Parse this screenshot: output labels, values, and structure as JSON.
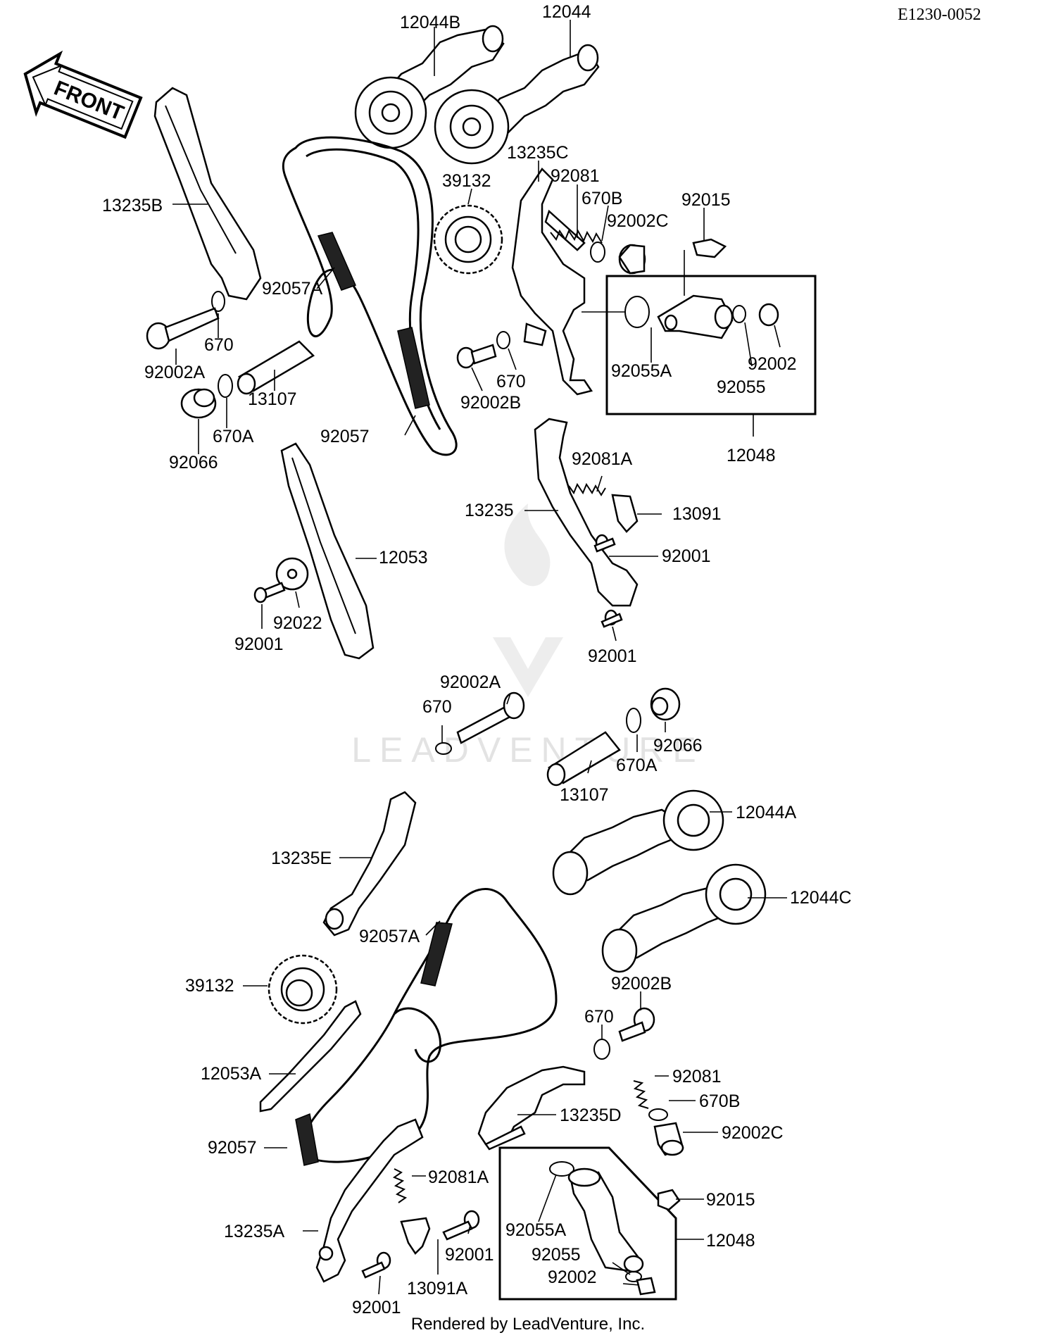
{
  "doc_code": "E1230-0052",
  "front_badge": "FRONT",
  "watermark": "LEADVENTURE",
  "footer": "Rendered by LeadVenture, Inc.",
  "colors": {
    "ink": "#000000",
    "paper": "#ffffff",
    "watermark": "#d9d9d9"
  },
  "labels": [
    "12044B",
    "12044",
    "13235C",
    "92081",
    "670B",
    "92002C",
    "92015",
    "39132",
    "13235B",
    "92057A",
    "670",
    "92002A",
    "13107",
    "92055A",
    "92002",
    "92055",
    "670",
    "92002B",
    "670A",
    "92066",
    "12048",
    "92057",
    "92081A",
    "13235",
    "13091",
    "92001",
    "12053",
    "92022",
    "92001",
    "92001",
    "92002A",
    "670",
    "92066",
    "670A",
    "13107",
    "12044A",
    "13235E",
    "12044C",
    "92057A",
    "39132",
    "92002B",
    "670",
    "12053A",
    "92081",
    "670B",
    "13235D",
    "92002C",
    "92057",
    "92081A",
    "92015",
    "13235A",
    "92055A",
    "12048",
    "92001",
    "92055",
    "92002",
    "13091A",
    "92001"
  ]
}
